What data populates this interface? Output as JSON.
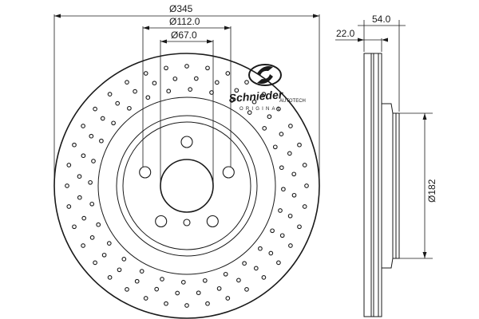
{
  "dimensions": {
    "outer_diameter": "Ø345",
    "bolt_circle_diameter": "Ø112.0",
    "center_bore_diameter": "Ø67.0",
    "total_height": "54.0",
    "disc_thickness": "22.0",
    "hat_diameter": "Ø182"
  },
  "logo": {
    "brand": "Schnieder",
    "sub_brand": "AUTOTECH",
    "tagline": "ORIGINAL"
  }
}
